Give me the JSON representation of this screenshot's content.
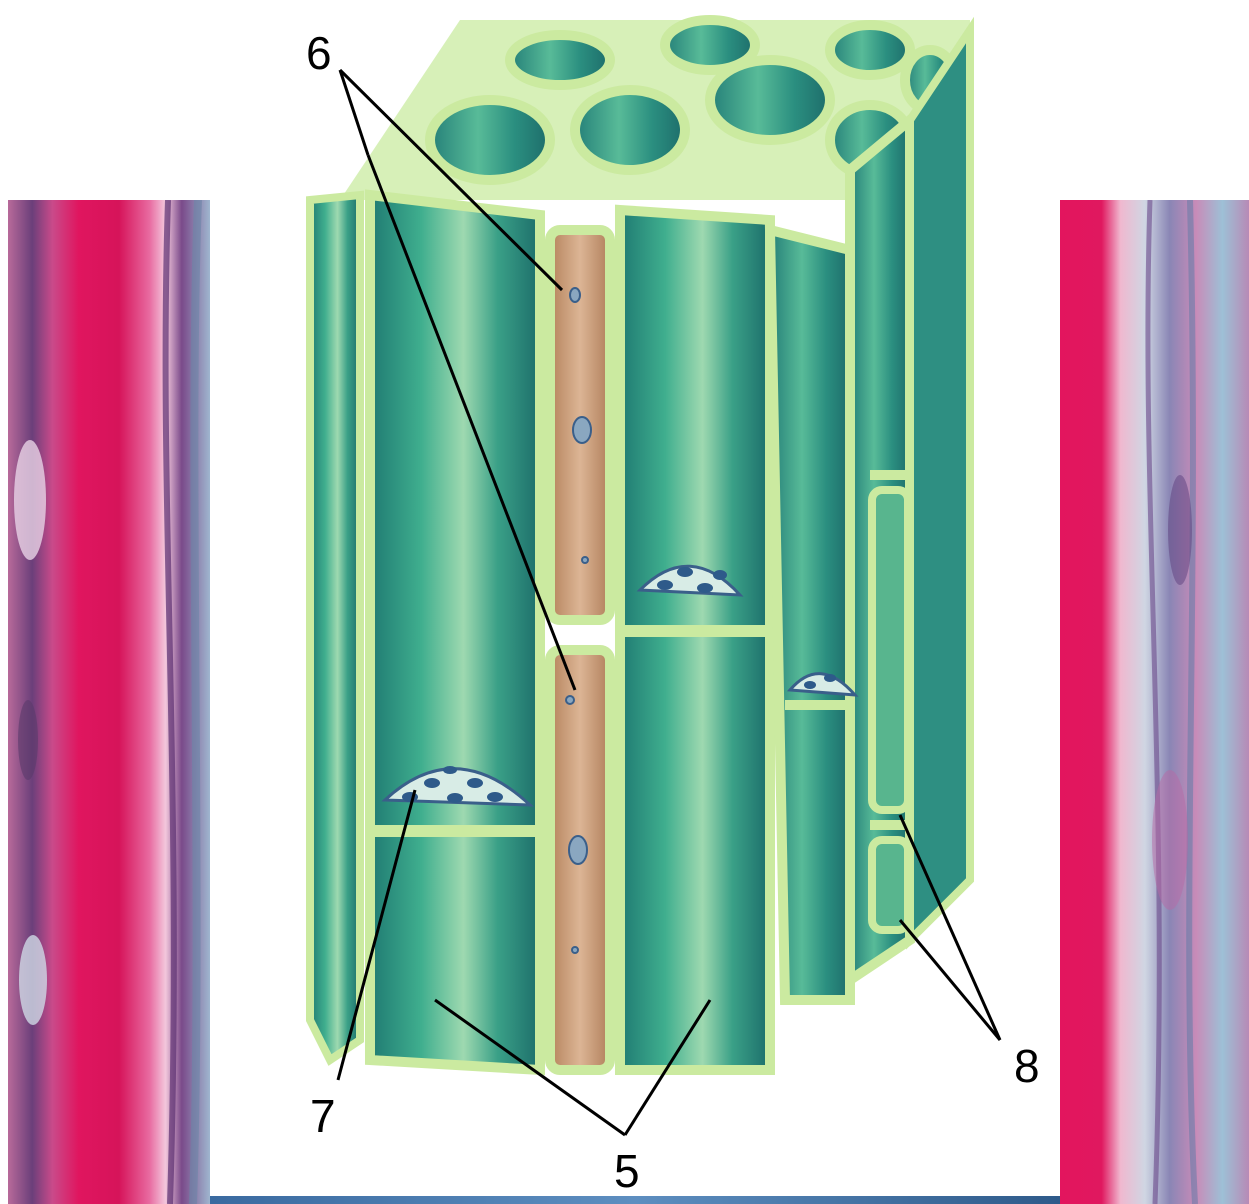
{
  "labels": {
    "l6": "6",
    "l7": "7",
    "l5": "5",
    "l8": "8"
  },
  "colors": {
    "cell_wall": "#cbeaa0",
    "vessel_green": "#2e9a86",
    "vessel_dark": "#1f7a72",
    "companion_tan": "#c9a07a",
    "sieve_plate": "#d8ece6",
    "stain_magenta": "#d4145a",
    "stain_blue": "#8fb3c9",
    "pointer_line": "#000000"
  },
  "icons": {
    "left_image": "stained-micrograph",
    "center_image": "phloem-tissue-illustration",
    "right_image": "stained-micrograph"
  }
}
